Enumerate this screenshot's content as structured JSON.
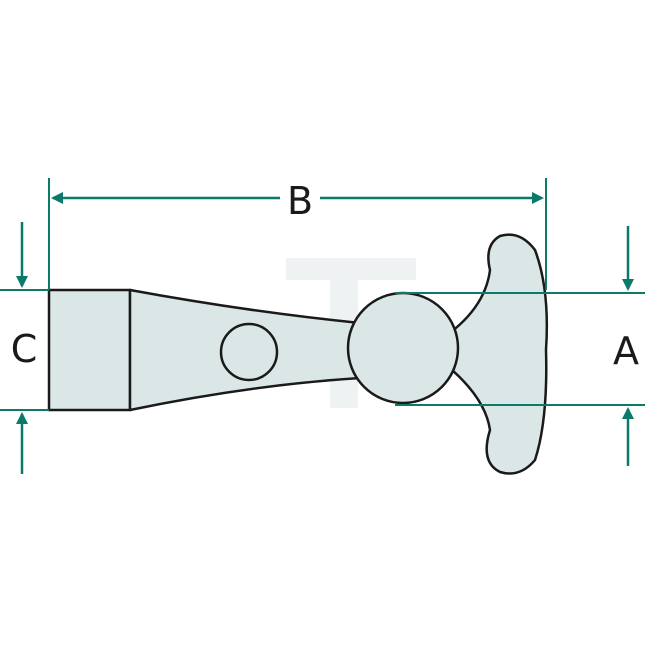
{
  "labels": {
    "length": "B",
    "head_size": "A",
    "base_size": "C"
  },
  "colors": {
    "part_fill": "#dbe6e6",
    "outline": "#1a1a1a",
    "dimension": "#0c7a6a",
    "watermark": "#eef2f2"
  }
}
